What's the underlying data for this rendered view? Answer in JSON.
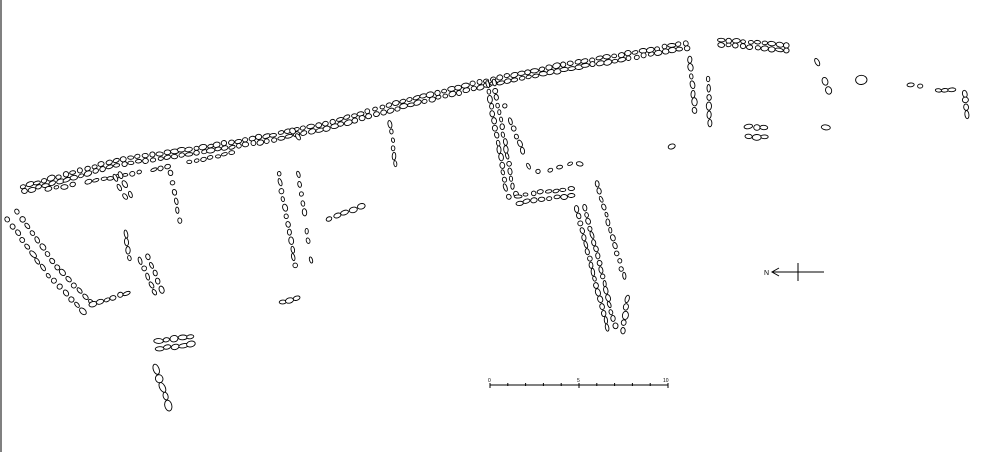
{
  "diagram": {
    "colors": {
      "stroke": "#000000",
      "background": "#ffffff"
    },
    "north_arrow": {
      "label": "N"
    },
    "scale_bar": {
      "tick_labels": [
        "0",
        "5",
        "10"
      ]
    }
  }
}
